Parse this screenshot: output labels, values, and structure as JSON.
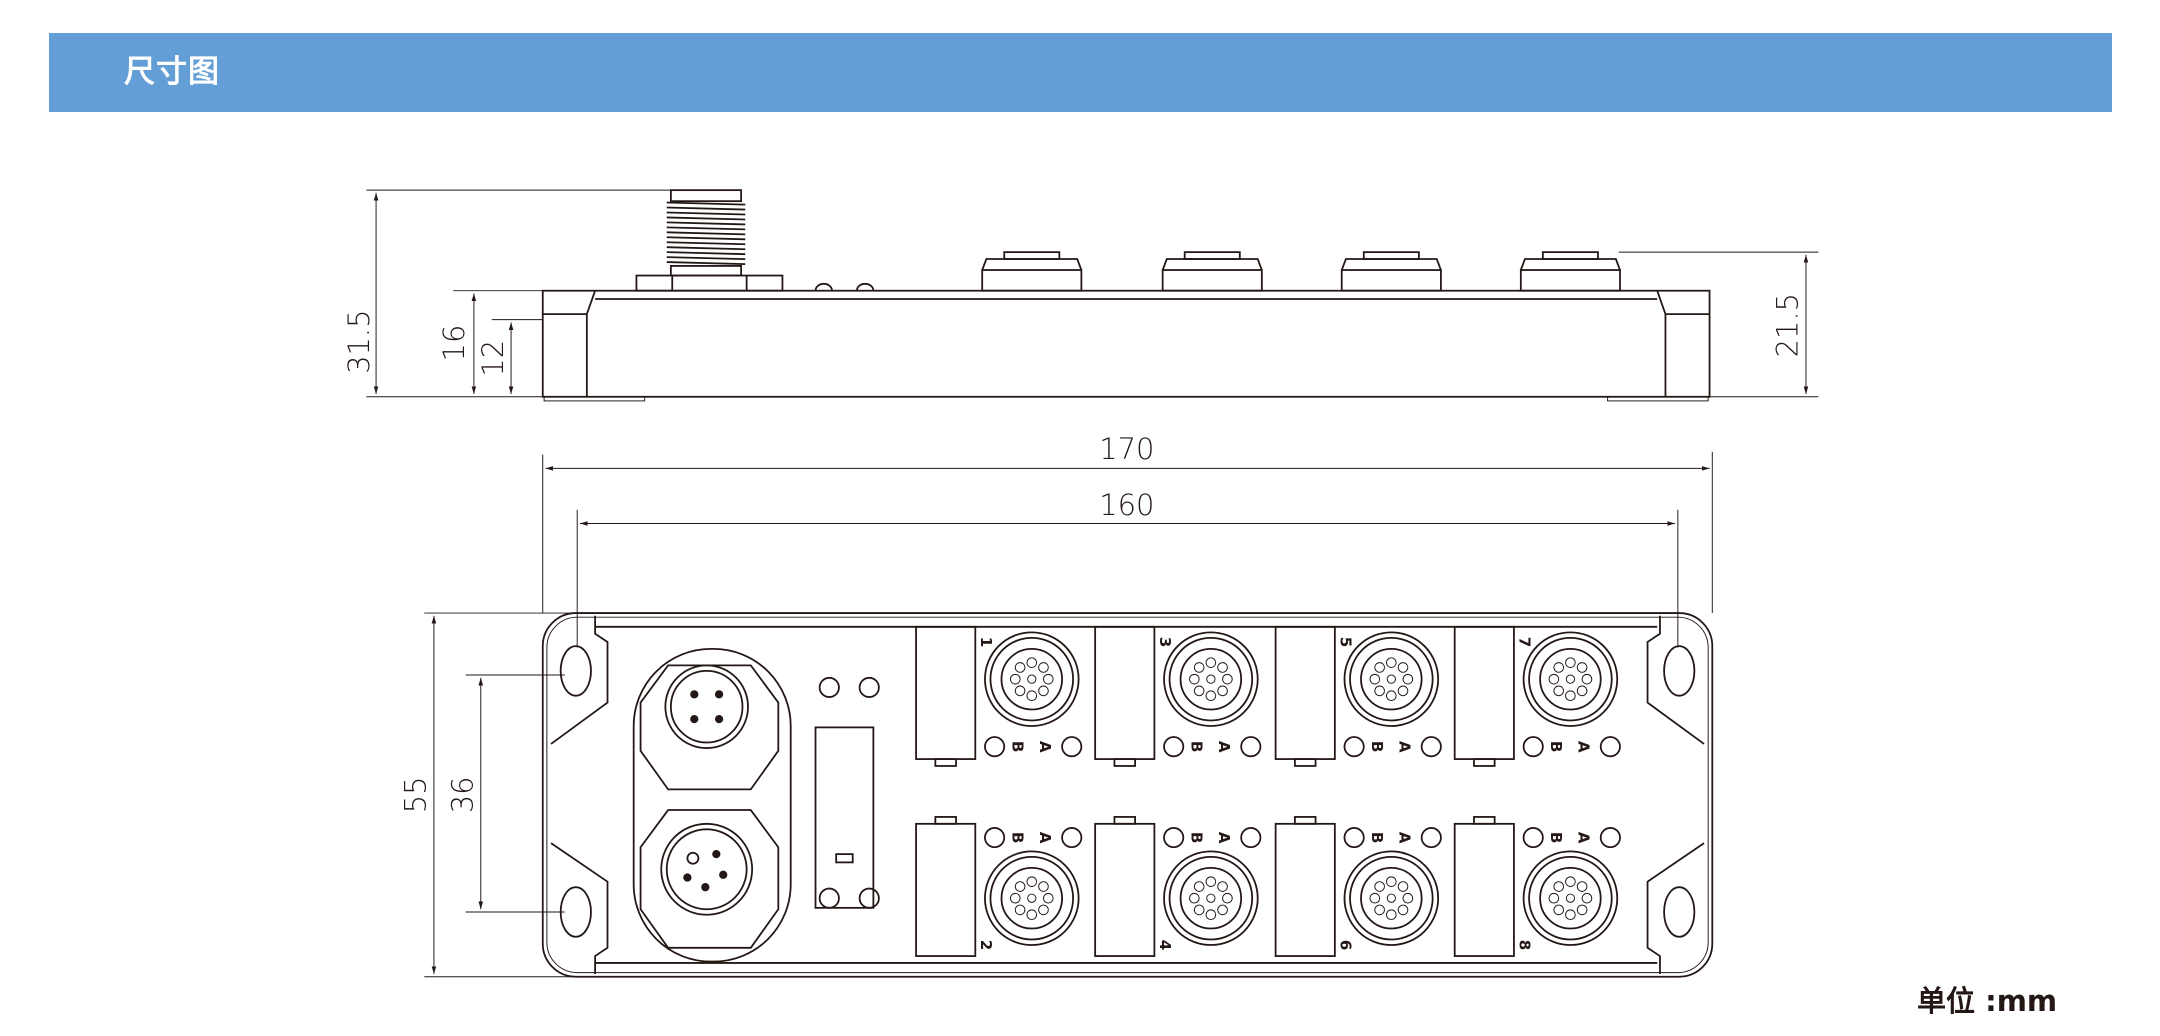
{
  "header": {
    "title": "尺寸图"
  },
  "unit_label": "单位 :mm",
  "dimensions": {
    "total_height": "31.5",
    "body_height": "16",
    "base_height": "12",
    "port_height": "21.5",
    "length": "170",
    "hole_spacing": "160",
    "width": "55",
    "hole_spacing_vertical": "36"
  },
  "ports": [
    {
      "number": "1",
      "led_a": "A",
      "led_b": "B"
    },
    {
      "number": "2",
      "led_a": "A",
      "led_b": "B"
    },
    {
      "number": "3",
      "led_a": "A",
      "led_b": "B"
    },
    {
      "number": "4",
      "led_a": "A",
      "led_b": "B"
    },
    {
      "number": "5",
      "led_a": "A",
      "led_b": "B"
    },
    {
      "number": "6",
      "led_a": "A",
      "led_b": "B"
    },
    {
      "number": "7",
      "led_a": "A",
      "led_b": "B"
    },
    {
      "number": "8",
      "led_a": "A",
      "led_b": "B"
    }
  ],
  "colors": {
    "header_bg": "#639fd6",
    "line": "#231815"
  }
}
